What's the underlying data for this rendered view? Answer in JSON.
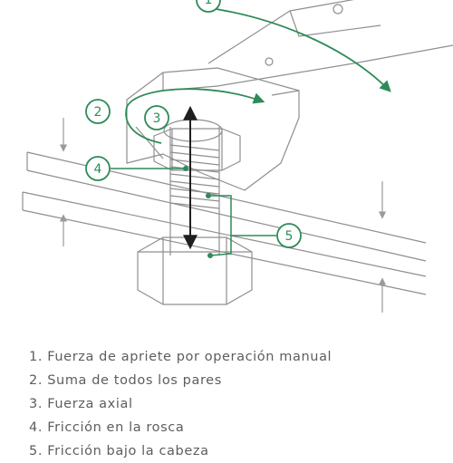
{
  "callouts": [
    "1",
    "2",
    "3",
    "4",
    "5"
  ],
  "legend": [
    "1. Fuerza de apriete por operación manual",
    "2. Suma de todos los pares",
    "3. Fuerza axial",
    "4. Fricción en la rosca",
    "5. Fricción bajo la cabeza"
  ],
  "colors": {
    "accent": "#2e8b57",
    "line": "#8f8f8f",
    "arrow": "#1f1f1f",
    "text": "#5d5d5d"
  }
}
